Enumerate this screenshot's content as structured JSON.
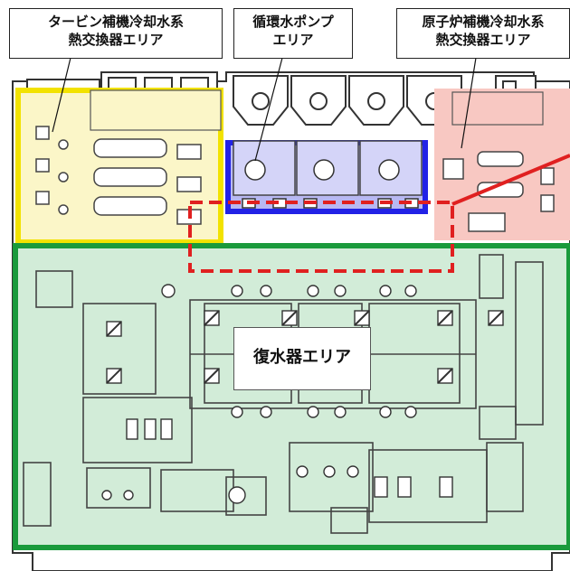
{
  "labels": {
    "turbine_cooling": {
      "line1": "タービン補機冷却水系",
      "line2": "熱交換器エリア"
    },
    "circulating_pump": {
      "line1": "循環水ポンプ",
      "line2": "エリア"
    },
    "reactor_cooling": {
      "line1": "原子炉補機冷却水系",
      "line2": "熱交換器エリア"
    },
    "condenser": "復水器エリア"
  },
  "colors": {
    "turbine_area": "#fbf6c8",
    "turbine_border": "#f2e200",
    "pump_area": "#b8b8f2",
    "pump_border": "#2222e6",
    "reactor_area": "#f8c8c2",
    "condenser_area": "#d2ecd8",
    "condenser_border": "#1a9a3c",
    "dashed_highlight": "#e02020",
    "plan_lines": "#333333"
  }
}
